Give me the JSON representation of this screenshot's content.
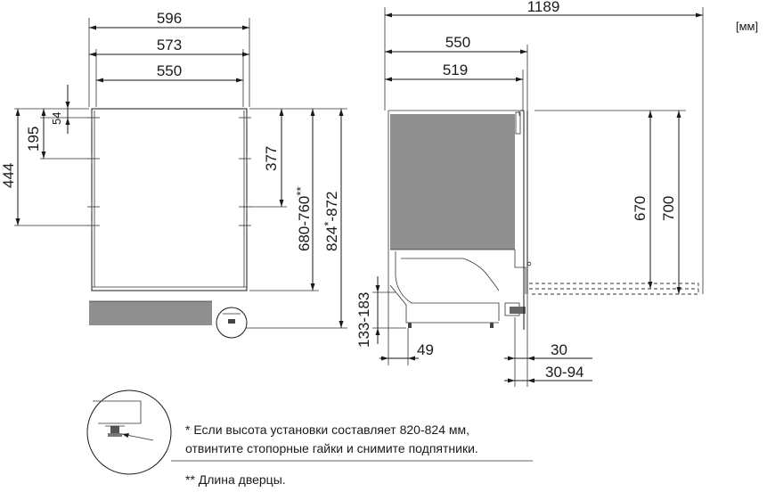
{
  "unit_label": "[мм]",
  "front_view": {
    "width_596": "596",
    "width_573": "573",
    "width_550": "550",
    "h_54": "54",
    "h_195": "195",
    "h_444": "444",
    "h_377": "377",
    "h_door": "680-760",
    "h_door_mark": "**",
    "h_total": "824",
    "h_total_mark": "*",
    "h_total_tail": "-872"
  },
  "side_view": {
    "depth_1189": "1189",
    "depth_550": "550",
    "depth_519": "519",
    "h_670": "670",
    "h_700": "700",
    "h_133_183": "133-183",
    "d_49": "49",
    "d_30": "30",
    "d_30_94": "30-94"
  },
  "notes": {
    "note1_line1": "* Если высота установки составляет 820-824 мм,",
    "note1_line2": "отвинтите стопорные гайки и снимите подпятники.",
    "note2": "** Длина дверцы."
  }
}
